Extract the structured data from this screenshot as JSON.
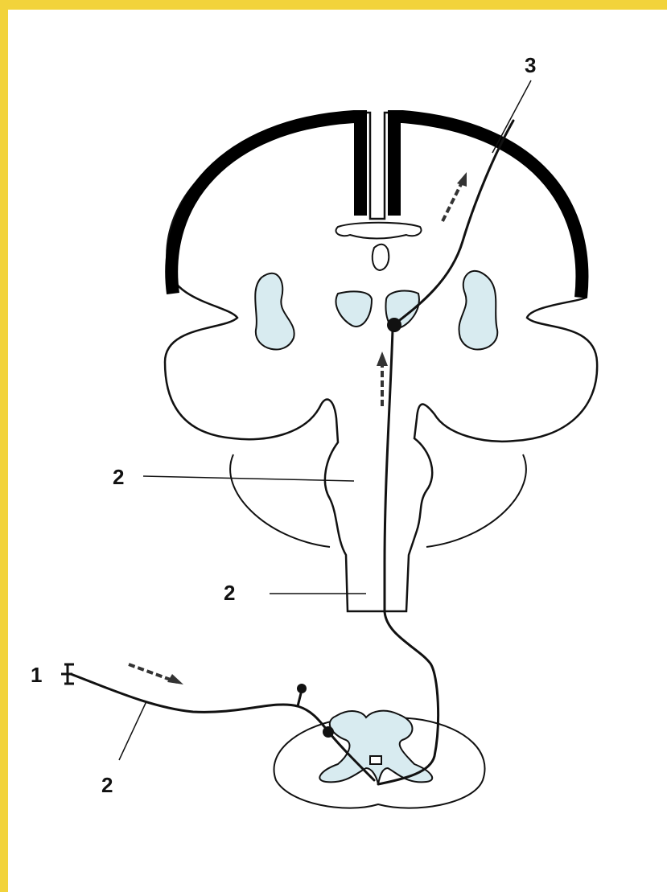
{
  "labels": {
    "l1": "1",
    "l2_bottom": "2",
    "l2_mid": "2",
    "l2_upper": "2",
    "l3": "3"
  },
  "colors": {
    "frame": "#f2d33b",
    "background": "#ffffff",
    "ink": "#111111",
    "gray_matter_fill": "#d8ebf0"
  }
}
